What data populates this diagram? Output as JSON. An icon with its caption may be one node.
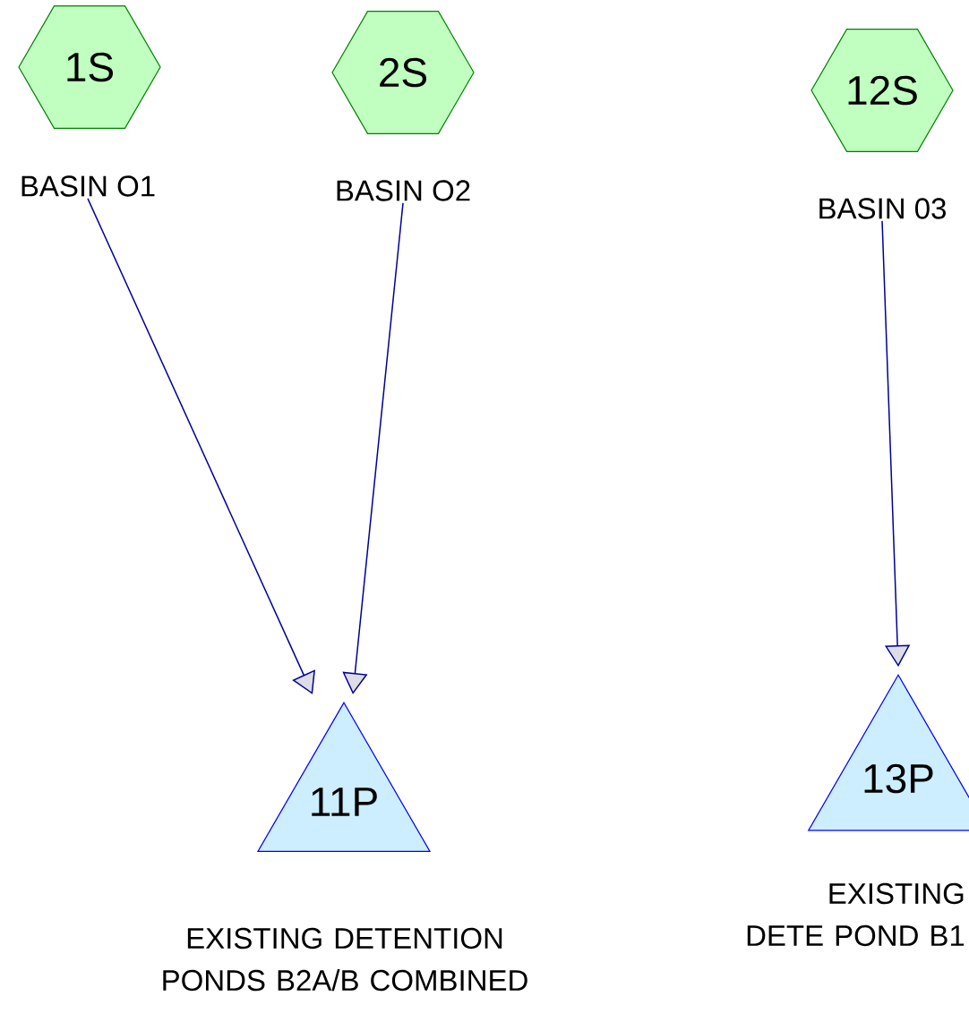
{
  "diagram": {
    "nodes": [
      {
        "text": [
          "1S"
        ],
        "beside": [
          "BASIN O1"
        ]
      },
      {
        "text": [
          "2S"
        ],
        "beside": [
          "BASIN O2"
        ]
      },
      {
        "text": [
          "12S"
        ],
        "beside": [
          "BASIN 03"
        ]
      },
      {
        "text": [
          "11P"
        ],
        "beside": [
          "EXISTING DETENTION PONDS B2A/B COMBINED"
        ]
      },
      {
        "text": [
          "13P"
        ],
        "beside": [
          "EXISTING DETE POND B1"
        ]
      }
    ],
    "edges": [
      {
        "from": 0,
        "to": 3,
        "arrow": "to"
      },
      {
        "from": 1,
        "to": 3,
        "arrow": "to"
      },
      {
        "from": 2,
        "to": 4,
        "arrow": "to"
      }
    ]
  }
}
